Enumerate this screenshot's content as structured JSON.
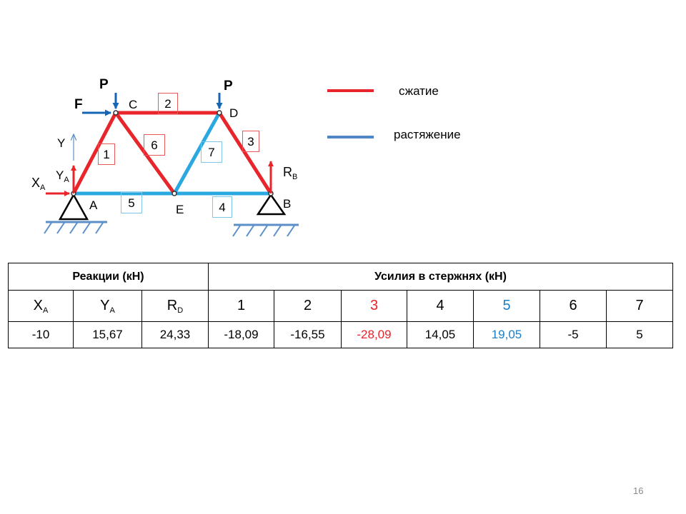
{
  "diagram": {
    "forces": {
      "P_left": "P",
      "P_right": "P",
      "F": "F",
      "X": "X",
      "X_sub": "A",
      "Y": "Y",
      "Y_sub": "A",
      "Y_axis": "Y",
      "R": "R",
      "R_sub": "B"
    },
    "nodes": {
      "A": "A",
      "B": "B",
      "C": "C",
      "D": "D",
      "E": "E"
    },
    "members": {
      "m1": "1",
      "m2": "2",
      "m3": "3",
      "m4": "4",
      "m5": "5",
      "m6": "6",
      "m7": "7"
    },
    "colors": {
      "compression": "#e8252a",
      "tension": "#29a9e0",
      "load_arrow": "#1565b5"
    }
  },
  "legend": {
    "compression_label": "сжатие",
    "tension_label": "растяжение"
  },
  "table": {
    "reactions_header": "Реакции (кН)",
    "forces_header": "Усилия в стержнях (кН)",
    "reaction_symbols": [
      {
        "main": "X",
        "sub": "A"
      },
      {
        "main": "Y",
        "sub": "A"
      },
      {
        "main": "R",
        "sub": "D"
      }
    ],
    "member_numbers": [
      "1",
      "2",
      "3",
      "4",
      "5",
      "6",
      "7"
    ],
    "reaction_values": [
      "-10",
      "15,67",
      "24,33"
    ],
    "member_values": [
      "-18,09",
      "-16,55",
      "-28,09",
      "14,05",
      "19,05",
      "-5",
      "5"
    ]
  },
  "page_number": "16"
}
